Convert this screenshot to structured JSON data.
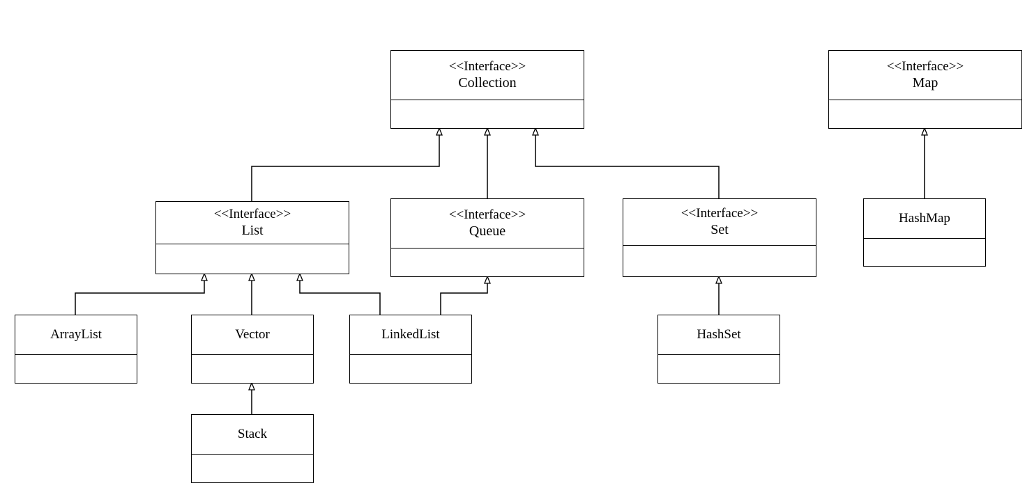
{
  "stereotype": "<<Interface>>",
  "interfaces": {
    "collection": "Collection",
    "map": "Map",
    "list": "List",
    "queue": "Queue",
    "set": "Set"
  },
  "classes": {
    "hashmap": "HashMap",
    "arraylist": "ArrayList",
    "vector": "Vector",
    "linkedlist": "LinkedList",
    "hashset": "HashSet",
    "stack": "Stack"
  }
}
